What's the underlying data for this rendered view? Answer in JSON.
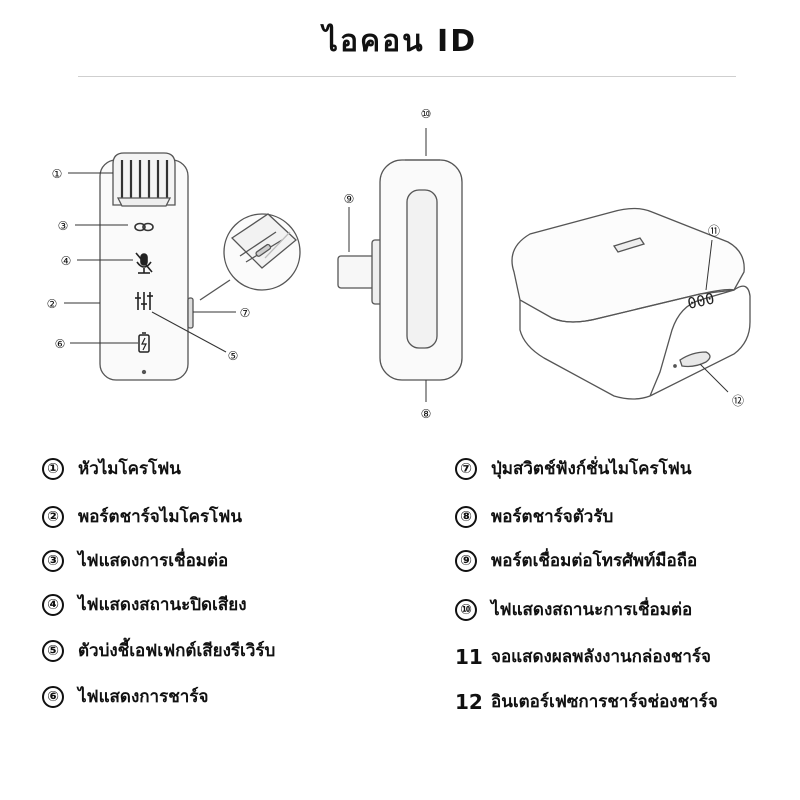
{
  "title": "ไอคอน  ID",
  "callouts": [
    "①",
    "②",
    "③",
    "④",
    "⑤",
    "⑥",
    "⑦",
    "⑧",
    "⑨",
    "⑩",
    "⑪",
    "⑫"
  ],
  "display_text": "000",
  "legend": [
    {
      "marker": "①",
      "label": "หัวไมโครโฟน"
    },
    {
      "marker": "②",
      "label": "พอร์ตชาร์จไมโครโฟน"
    },
    {
      "marker": "③",
      "label": "ไฟแสดงการเชื่อมต่อ"
    },
    {
      "marker": "④",
      "label": "ไฟแสดงสถานะปิดเสียง"
    },
    {
      "marker": "⑤",
      "label": "ตัวบ่งชี้เอฟเฟกต์เสียงรีเวิร์บ"
    },
    {
      "marker": "⑥",
      "label": "ไฟแสดงการชาร์จ"
    },
    {
      "marker": "⑦",
      "label": "ปุ่มสวิตช์ฟังก์ชั่นไมโครโฟน"
    },
    {
      "marker": "⑧",
      "label": "พอร์ตชาร์จตัวรับ"
    },
    {
      "marker": "⑨",
      "label": "พอร์ตเชื่อมต่อโทรศัพท์มือถือ"
    },
    {
      "marker": "⑩",
      "label": "ไฟแสดงสถานะการเชื่อมต่อ"
    },
    {
      "marker": "11",
      "label": "จอแสดงผลพลังงานกล่องชาร์จ"
    },
    {
      "marker": "12",
      "label": "อินเตอร์เฟซการชาร์จช่องชาร์จ"
    }
  ]
}
